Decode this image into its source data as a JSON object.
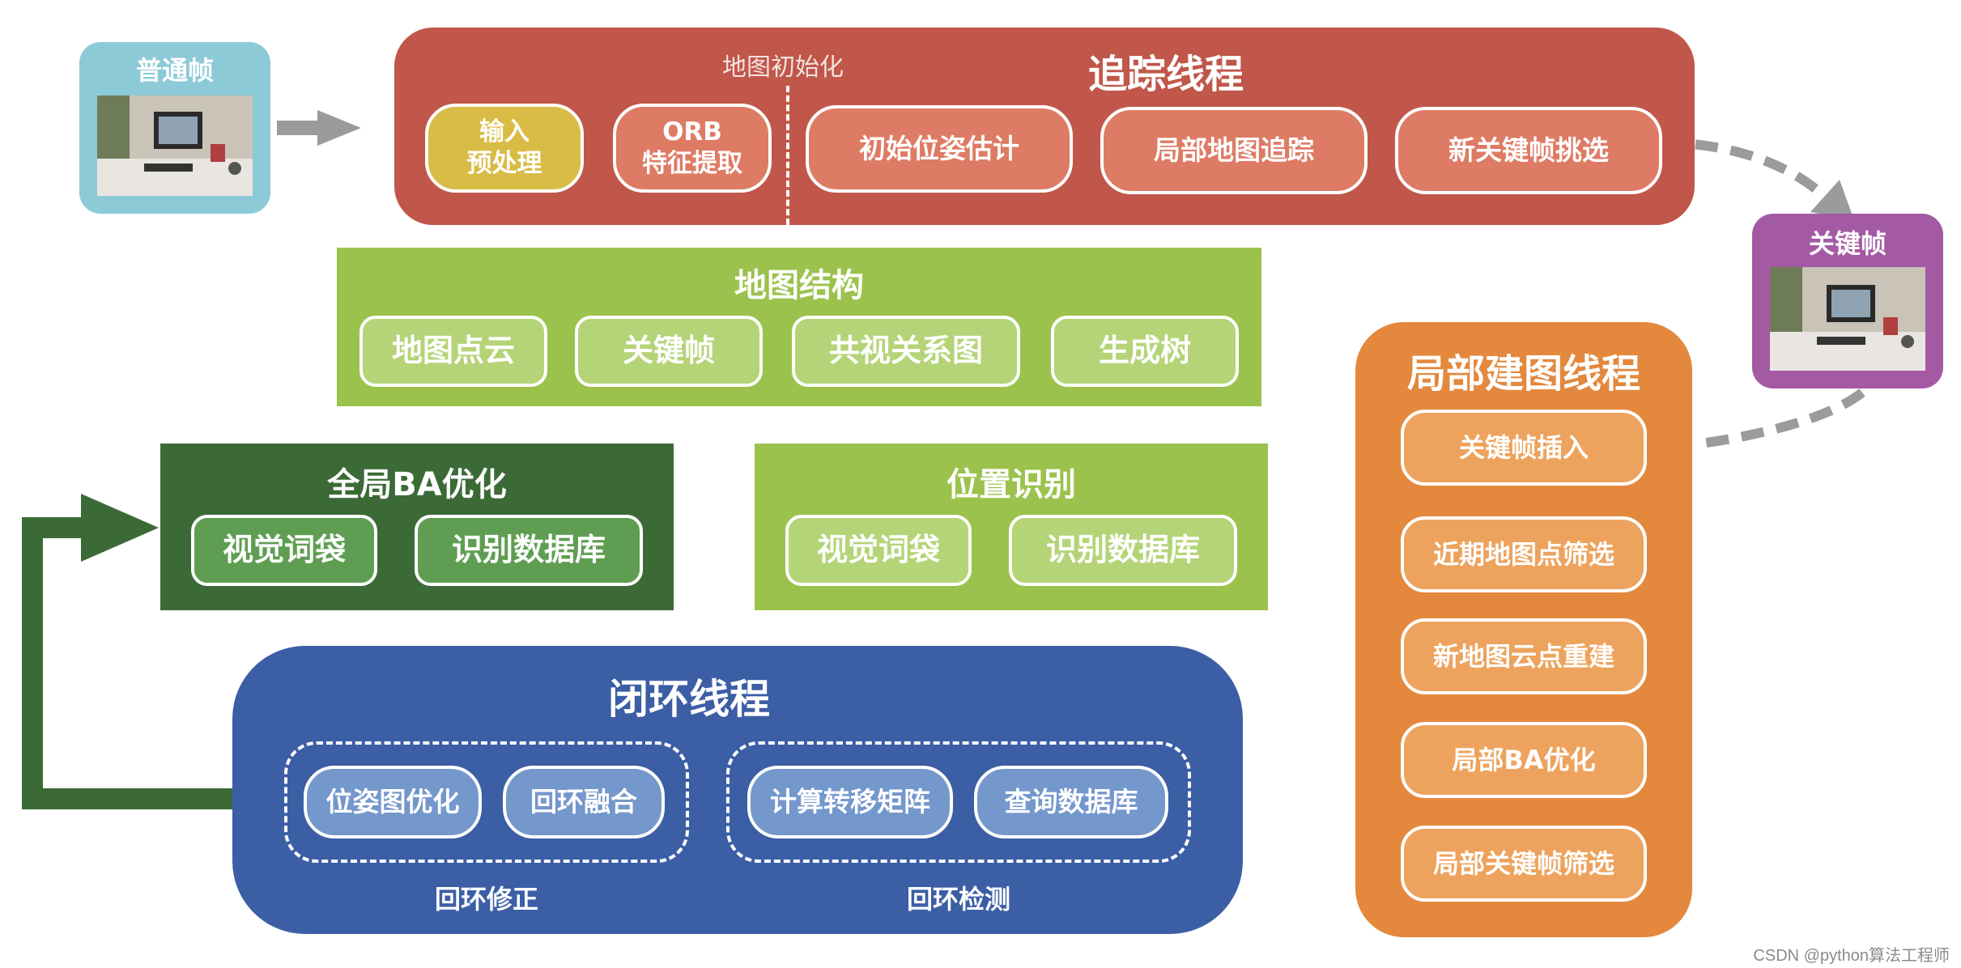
{
  "frames": {
    "normal": {
      "title": "普通帧"
    },
    "keyframe": {
      "title": "关键帧"
    }
  },
  "tracking": {
    "title": "追踪线程",
    "map_init_label": "地图初始化",
    "steps": [
      "输入\n预处理",
      "ORB\n特征提取",
      "初始位姿估计",
      "局部地图追踪",
      "新关键帧挑选"
    ]
  },
  "map_structure": {
    "title": "地图结构",
    "items": [
      "地图点云",
      "关键帧",
      "共视关系图",
      "生成树"
    ]
  },
  "global_ba": {
    "title": "全局BA优化",
    "items": [
      "视觉词袋",
      "识别数据库"
    ]
  },
  "place_recognition": {
    "title": "位置识别",
    "items": [
      "视觉词袋",
      "识别数据库"
    ]
  },
  "loop_closing": {
    "title": "闭环线程",
    "correction": {
      "label": "回环修正",
      "items": [
        "位姿图优化",
        "回环融合"
      ]
    },
    "detection": {
      "label": "回环检测",
      "items": [
        "计算转移矩阵",
        "查询数据库"
      ]
    }
  },
  "local_mapping": {
    "title": "局部建图线程",
    "steps": [
      "关键帧插入",
      "近期地图点筛选",
      "新地图云点重建",
      "局部BA优化",
      "局部关键帧筛选"
    ]
  },
  "watermark": "CSDN @python算法工程师",
  "colors": {
    "tracking": "#c0574a",
    "tracking_pill": "#de7b64",
    "input_pill": "#d9bc45",
    "light_green": "#9bc24c",
    "light_green_pill": "#b4d477",
    "dark_green": "#3c6a37",
    "dark_green_pill": "#5f9e52",
    "blue": "#3b5ea5",
    "blue_pill": "#7497cc",
    "orange": "#e3883d",
    "orange_pill": "#eda35d",
    "normal_frame": "#8ccad8",
    "keyframe_frame": "#a45aa2",
    "arrow_gray": "#9b9b9b"
  }
}
